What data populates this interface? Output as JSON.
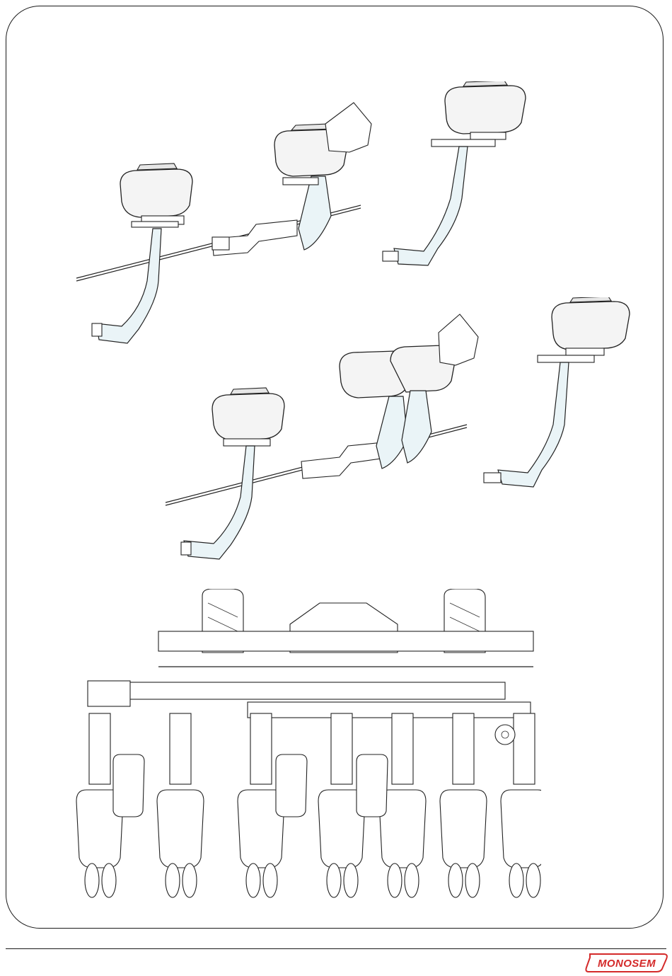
{
  "document": {
    "type": "machine illustration page"
  },
  "branding": {
    "logo_text": "MONOSEM",
    "logo_color": "#d42a2a"
  },
  "illustrations": [
    {
      "id": "top-left-assembly",
      "icon": "single-hopper-unit-with-bar"
    },
    {
      "id": "top-right-assembly",
      "icon": "single-hopper-unit"
    },
    {
      "id": "middle-left-assembly",
      "icon": "double-hopper-unit-with-bar"
    },
    {
      "id": "middle-right-assembly",
      "icon": "single-hopper-unit"
    },
    {
      "id": "bottom-front-view",
      "icon": "seed-drill-front-view"
    }
  ]
}
